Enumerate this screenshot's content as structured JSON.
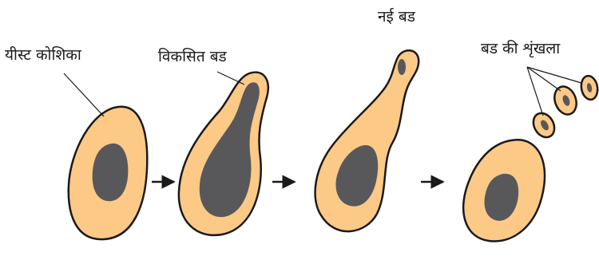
{
  "labels": {
    "yeast_cell": "यीस्ट कोशिका",
    "developing_bud": "विकसित बड",
    "new_bud": "नई बड",
    "bud_chain": "बड की शृंखला"
  },
  "colors": {
    "cytoplasm": "#fdc986",
    "nucleus": "#58585a",
    "outline": "#1a1a1a"
  }
}
